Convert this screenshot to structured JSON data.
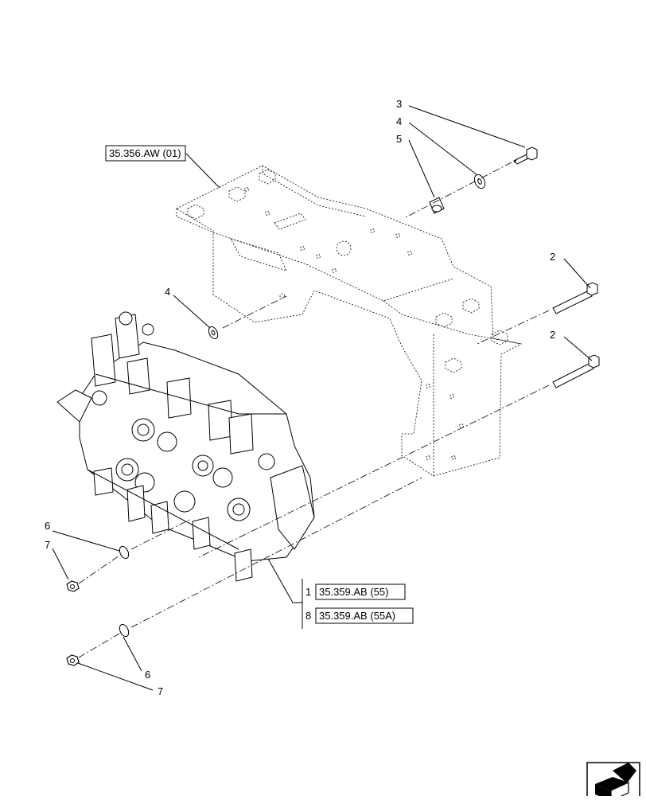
{
  "references": {
    "frame": "35.356.AW (01)",
    "valve_1": "35.359.AB (55)",
    "valve_8": "35.359.AB (55A)"
  },
  "ref_numbers": {
    "valve_1": "1",
    "valve_8": "8"
  },
  "callouts": {
    "bolt_top": "3",
    "washer_top": "4",
    "bushing_top": "5",
    "washer_left": "4",
    "bolt_right_upper": "2",
    "bolt_right_lower": "2",
    "washer_left_upper": "6",
    "nut_left_upper": "7",
    "washer_left_lower": "6",
    "nut_left_lower": "7"
  },
  "icons": {
    "navigation": "next-page-arrow-icon"
  }
}
